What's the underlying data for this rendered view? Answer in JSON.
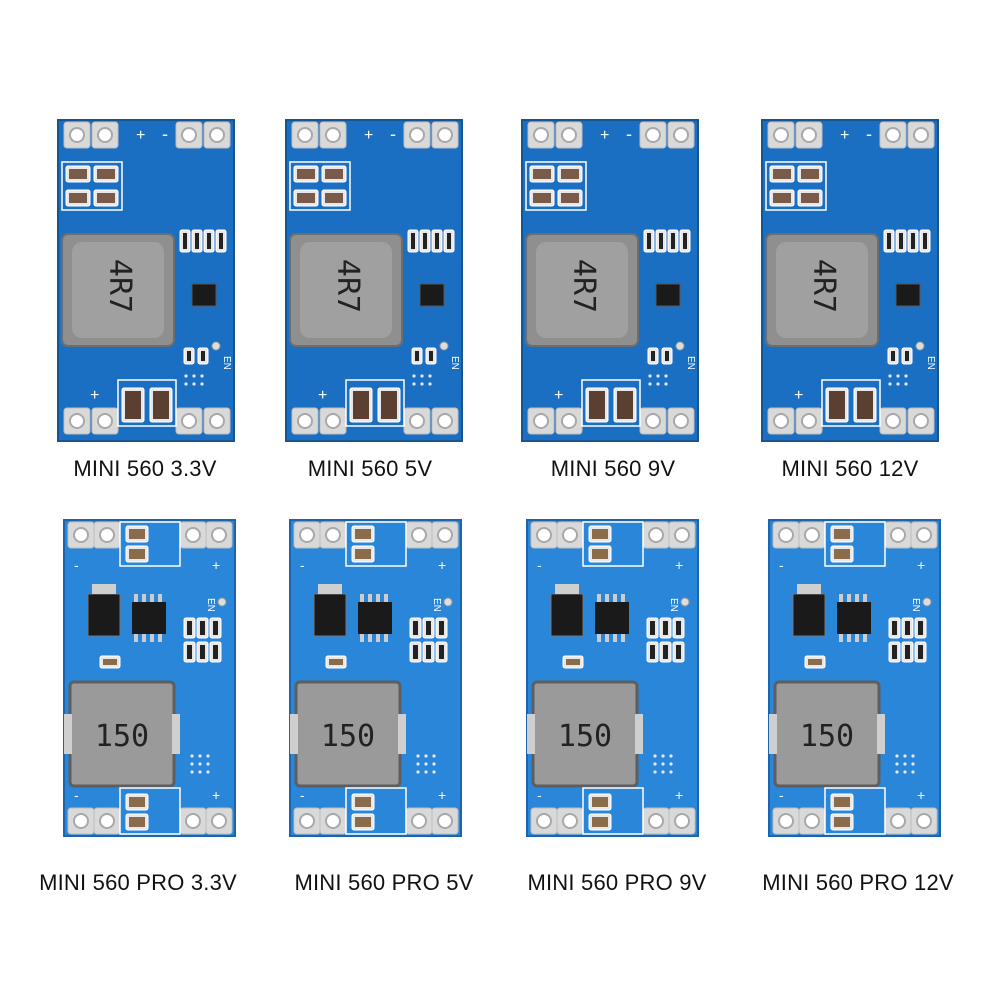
{
  "colors": {
    "pcb": "#1b6fc2",
    "pcb_light": "#2a86d8",
    "inductor": "#8f8f8f",
    "inductor_dark": "#6e6e6e",
    "pad_silver": "#d9d9d9",
    "silk": "#ffffff"
  },
  "row1": {
    "modules": [
      {
        "caption": "MINI 560 3.3V",
        "inductor_text": "4R7"
      },
      {
        "caption": "MINI 560 5V",
        "inductor_text": "4R7"
      },
      {
        "caption": "MINI 560 9V",
        "inductor_text": "4R7"
      },
      {
        "caption": "MINI 560 12V",
        "inductor_text": "4R7"
      }
    ],
    "labels": {
      "plus": "+",
      "minus": "-",
      "en": "EN"
    }
  },
  "row2": {
    "modules": [
      {
        "caption": "MINI 560 PRO 3.3V",
        "inductor_text": "150"
      },
      {
        "caption": "MINI 560 PRO 5V",
        "inductor_text": "150"
      },
      {
        "caption": "MINI 560 PRO 9V",
        "inductor_text": "150"
      },
      {
        "caption": "MINI 560 PRO 12V",
        "inductor_text": "150"
      }
    ],
    "labels": {
      "plus": "+",
      "minus": "-",
      "en": "EN"
    }
  }
}
